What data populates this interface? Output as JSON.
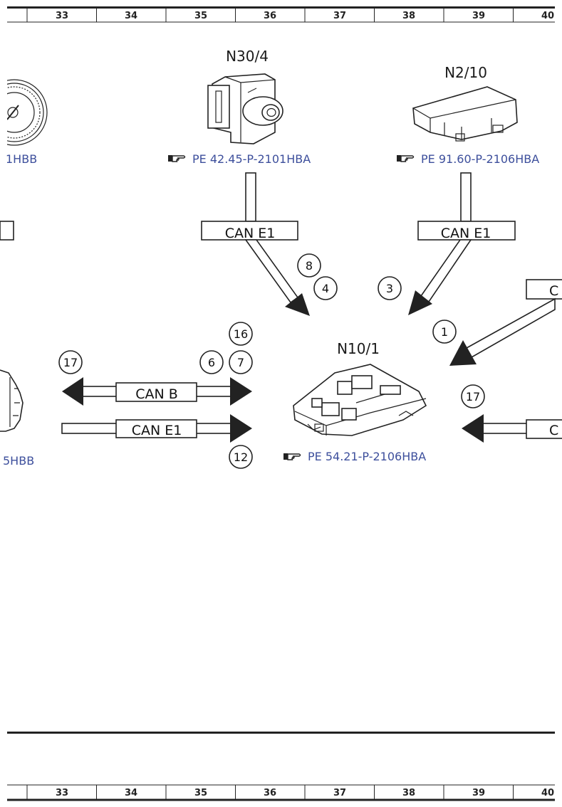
{
  "column_ruler": {
    "columns": [
      "33",
      "34",
      "35",
      "36",
      "37",
      "38",
      "39",
      "40"
    ]
  },
  "components": {
    "n30_4": {
      "label": "N30/4",
      "reference": "PE 42.45-P-2101HBA"
    },
    "n2_10": {
      "label": "N2/10",
      "reference": "PE 91.60-P-2106HBA"
    },
    "n10_1": {
      "label": "N10/1",
      "reference": "PE 54.21-P-2106HBA"
    },
    "left_cut_top_reference": "1HBB",
    "left_cut_bottom_reference": "5HBB"
  },
  "bus_labels": {
    "can_e1_top_left": "CAN E1",
    "can_e1_top_right": "CAN E1",
    "can_b_left": "CAN B",
    "can_e1_left": "CAN E1",
    "right_cut_top": "C",
    "right_cut_bottom": "C"
  },
  "callouts": {
    "c8": "8",
    "c4": "4",
    "c3": "3",
    "c1": "1",
    "c16": "16",
    "c17_left": "17",
    "c6": "6",
    "c7": "7",
    "c17_right": "17",
    "c12": "12"
  },
  "icons": {
    "reference_pointer": "pointing-hand-icon"
  },
  "colors": {
    "reference_text": "#3d4f9c",
    "line": "#222222"
  }
}
